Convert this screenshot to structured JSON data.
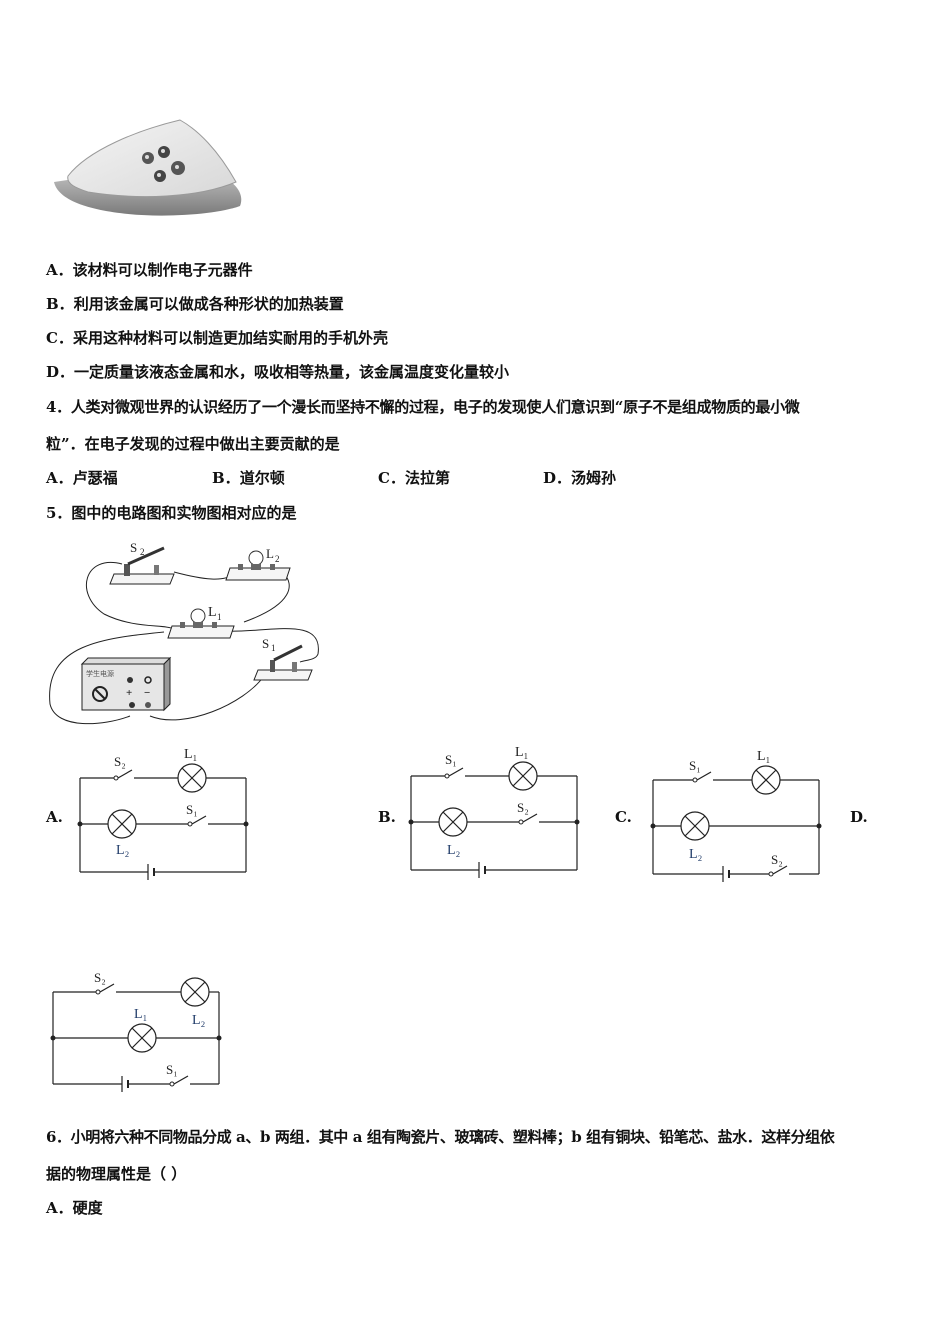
{
  "figure_q3": {
    "alt": "liquid-metal-blob-image"
  },
  "q3": {
    "options": [
      {
        "key": "A．",
        "text": "该材料可以制作电子元器件"
      },
      {
        "key": "B．",
        "text": "利用该金属可以做成各种形状的加热装置"
      },
      {
        "key": "C．",
        "text": "采用这种材料可以制造更加结实耐用的手机外壳"
      },
      {
        "key": "D．",
        "text": "一定质量该液态金属和水，吸收相等热量，该金属温度变化量较小"
      }
    ]
  },
  "q4": {
    "stem_line1": "4．人类对微观世界的认识经历了一个漫长而坚持不懈的过程，电子的发现使人们意识到“原子不是组成物质的最小微",
    "stem_line2": "粒”．在电子发现的过程中做出主要贡献的是",
    "options": [
      {
        "key": "A．",
        "text": "卢瑟福"
      },
      {
        "key": "B．",
        "text": "道尔顿"
      },
      {
        "key": "C．",
        "text": "法拉第"
      },
      {
        "key": "D．",
        "text": "汤姆孙"
      }
    ]
  },
  "q5": {
    "stem": "5．图中的电路图和实物图相对应的是",
    "physical_labels": {
      "s2": "S",
      "s2_sub": "2",
      "l2": "L",
      "l2_sub": "2",
      "l1": "L",
      "l1_sub": "1",
      "s1": "S",
      "s1_sub": "1",
      "supply": "学生电源",
      "plus": "+",
      "minus": "−"
    },
    "options": [
      {
        "key": "A.",
        "top_switch": "S₂",
        "top_lamp": "L₁",
        "mid_lamp": "L₂",
        "mid_switch": "S₁"
      },
      {
        "key": "B.",
        "top_switch": "S₁",
        "top_lamp": "L₁",
        "mid_lamp": "L₂",
        "mid_switch": "S₂"
      },
      {
        "key": "C.",
        "top_switch": "S₁",
        "top_lamp": "L₁",
        "mid_lamp": "L₂",
        "bottom_switch": "S₂"
      },
      {
        "key": "D.",
        "top_switch": "S₂",
        "top_lamp": "L₂",
        "mid_lamp": "L₁",
        "bottom_switch": "S₁"
      }
    ]
  },
  "q6": {
    "stem_line1": "6．小明将六种不同物品分成 a、b 两组．其中 a 组有陶瓷片、玻璃砖、塑料棒；b 组有铜块、铅笔芯、盐水．这样分组依",
    "stem_line2": "据的物理属性是（ ）",
    "options": [
      {
        "key": "A．",
        "text": "硬度"
      }
    ]
  }
}
